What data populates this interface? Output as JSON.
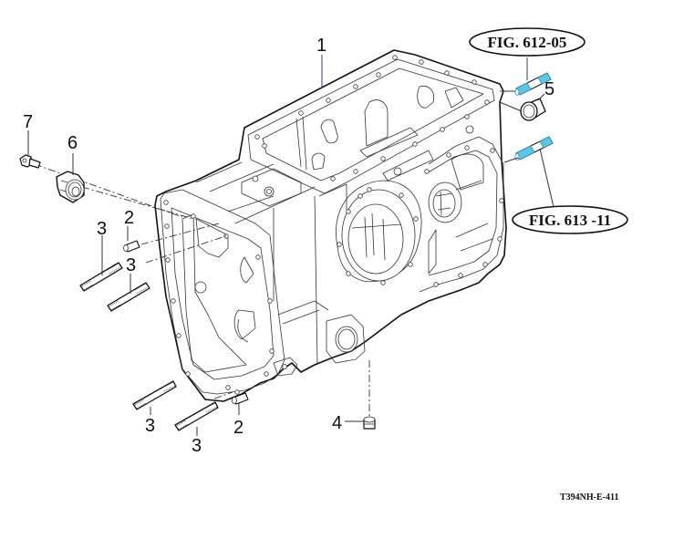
{
  "diagram": {
    "title": "Transmission case exploded parts view",
    "drawing_number": "T394NH-E-411",
    "highlight_color": "#5bc8e6",
    "outline_color": "#111111",
    "figure_references": [
      {
        "label": "FIG. 612-05"
      },
      {
        "label": "FIG. 613 -11"
      }
    ],
    "callouts": [
      {
        "number": "1",
        "part": "transmission-case"
      },
      {
        "number": "2",
        "part": "dowel-pin-upper"
      },
      {
        "number": "2",
        "part": "dowel-pin-lower"
      },
      {
        "number": "3",
        "part": "stud-upper-left"
      },
      {
        "number": "3",
        "part": "stud-upper-right"
      },
      {
        "number": "3",
        "part": "stud-lower-left"
      },
      {
        "number": "3",
        "part": "stud-lower-right"
      },
      {
        "number": "4",
        "part": "drain-plug"
      },
      {
        "number": "5",
        "part": "cap-plug"
      },
      {
        "number": "6",
        "part": "breather-cover"
      },
      {
        "number": "7",
        "part": "flange-bolt"
      }
    ]
  }
}
